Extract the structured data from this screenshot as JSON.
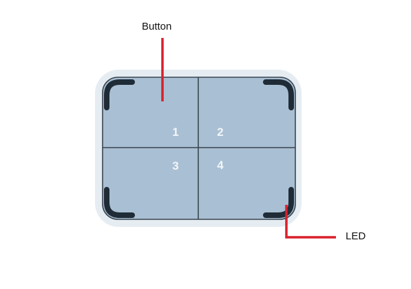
{
  "callouts": {
    "button": "Button",
    "led": "LED"
  },
  "keys": [
    {
      "number": "1"
    },
    {
      "number": "2"
    },
    {
      "number": "3"
    },
    {
      "number": "4"
    }
  ],
  "colors": {
    "outer_shell": "#e6edf2",
    "inner_panel": "#a9bfd3",
    "grid_line": "#3a4550",
    "led_bracket": "#1f2b36",
    "key_number": "#f2f6f9",
    "callout_line": "#d9202a",
    "callout_text": "#111111"
  }
}
